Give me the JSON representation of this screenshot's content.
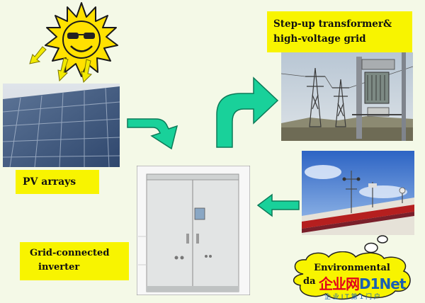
{
  "labels": {
    "pv_arrays": "PV arrays",
    "transformer_line1": "Step-up transformer&",
    "transformer_line2": "high-voltage grid",
    "inverter_line1": "Grid-connected",
    "inverter_line2": "inverter",
    "env_line1": "Environmental",
    "env_line2": "da"
  },
  "watermark": {
    "brand": "企业网",
    "brand_latin": "D1Net",
    "tagline": "企 业 I T 第 1 门 户"
  },
  "colors": {
    "background": "#f4f9e7",
    "label_yellow": "#f8f400",
    "arrow_green": "#19d19a",
    "arrow_stroke": "#0c7a58",
    "sun_yellow": "#ffe100",
    "sunray_arrow": "#f2ea00"
  },
  "icons": [
    "sun-icon",
    "sunray-arrow-icon",
    "flow-arrow-icon",
    "thought-cloud-icon"
  ]
}
